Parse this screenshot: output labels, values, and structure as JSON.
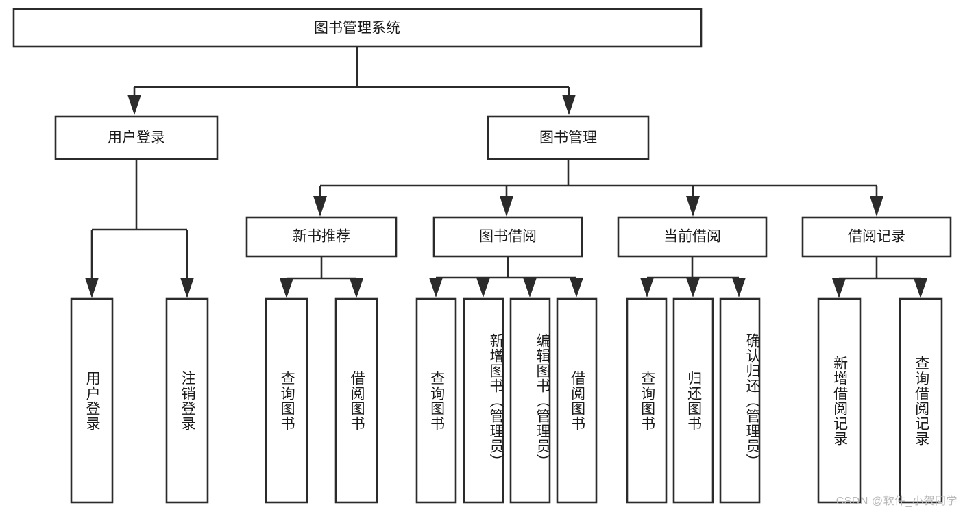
{
  "diagram": {
    "type": "tree",
    "title_node": {
      "id": "root",
      "label": "图书管理系统"
    },
    "level1": [
      {
        "id": "user-login",
        "label": "用户登录"
      },
      {
        "id": "book-management",
        "label": "图书管理"
      }
    ],
    "level2": [
      {
        "id": "new-book-recommend",
        "label": "新书推荐",
        "parent": "book-management"
      },
      {
        "id": "book-borrow",
        "label": "图书借阅",
        "parent": "book-management"
      },
      {
        "id": "current-borrow",
        "label": "当前借阅",
        "parent": "book-management"
      },
      {
        "id": "borrow-record",
        "label": "借阅记录",
        "parent": "book-management"
      }
    ],
    "leaves": {
      "user-login": [
        {
          "id": "leaf-user-login",
          "label": "用户登录"
        },
        {
          "id": "leaf-logout",
          "label": "注销登录"
        }
      ],
      "new-book-recommend": [
        {
          "id": "leaf-query-book-1",
          "label": "查询图书"
        },
        {
          "id": "leaf-borrow-book-1",
          "label": "借阅图书"
        }
      ],
      "book-borrow": [
        {
          "id": "leaf-query-book-2",
          "label": "查询图书"
        },
        {
          "id": "leaf-add-book",
          "label": "新增图书（管理员）"
        },
        {
          "id": "leaf-edit-book",
          "label": "编辑图书（管理员）"
        },
        {
          "id": "leaf-borrow-book-2",
          "label": "借阅图书"
        }
      ],
      "current-borrow": [
        {
          "id": "leaf-query-book-3",
          "label": "查询图书"
        },
        {
          "id": "leaf-return-book",
          "label": "归还图书"
        },
        {
          "id": "leaf-confirm-return",
          "label": "确认归还（管理员）"
        }
      ],
      "borrow-record": [
        {
          "id": "leaf-add-record",
          "label": "新增借阅记录"
        },
        {
          "id": "leaf-query-record",
          "label": "查询借阅记录"
        }
      ]
    }
  },
  "watermark": {
    "text": "CSDN @软件_小贺同学"
  },
  "colors": {
    "background": "#ffffff",
    "stroke": "#2b2b2b",
    "text": "#1a1a1a",
    "watermark": "#b8b8b8"
  }
}
